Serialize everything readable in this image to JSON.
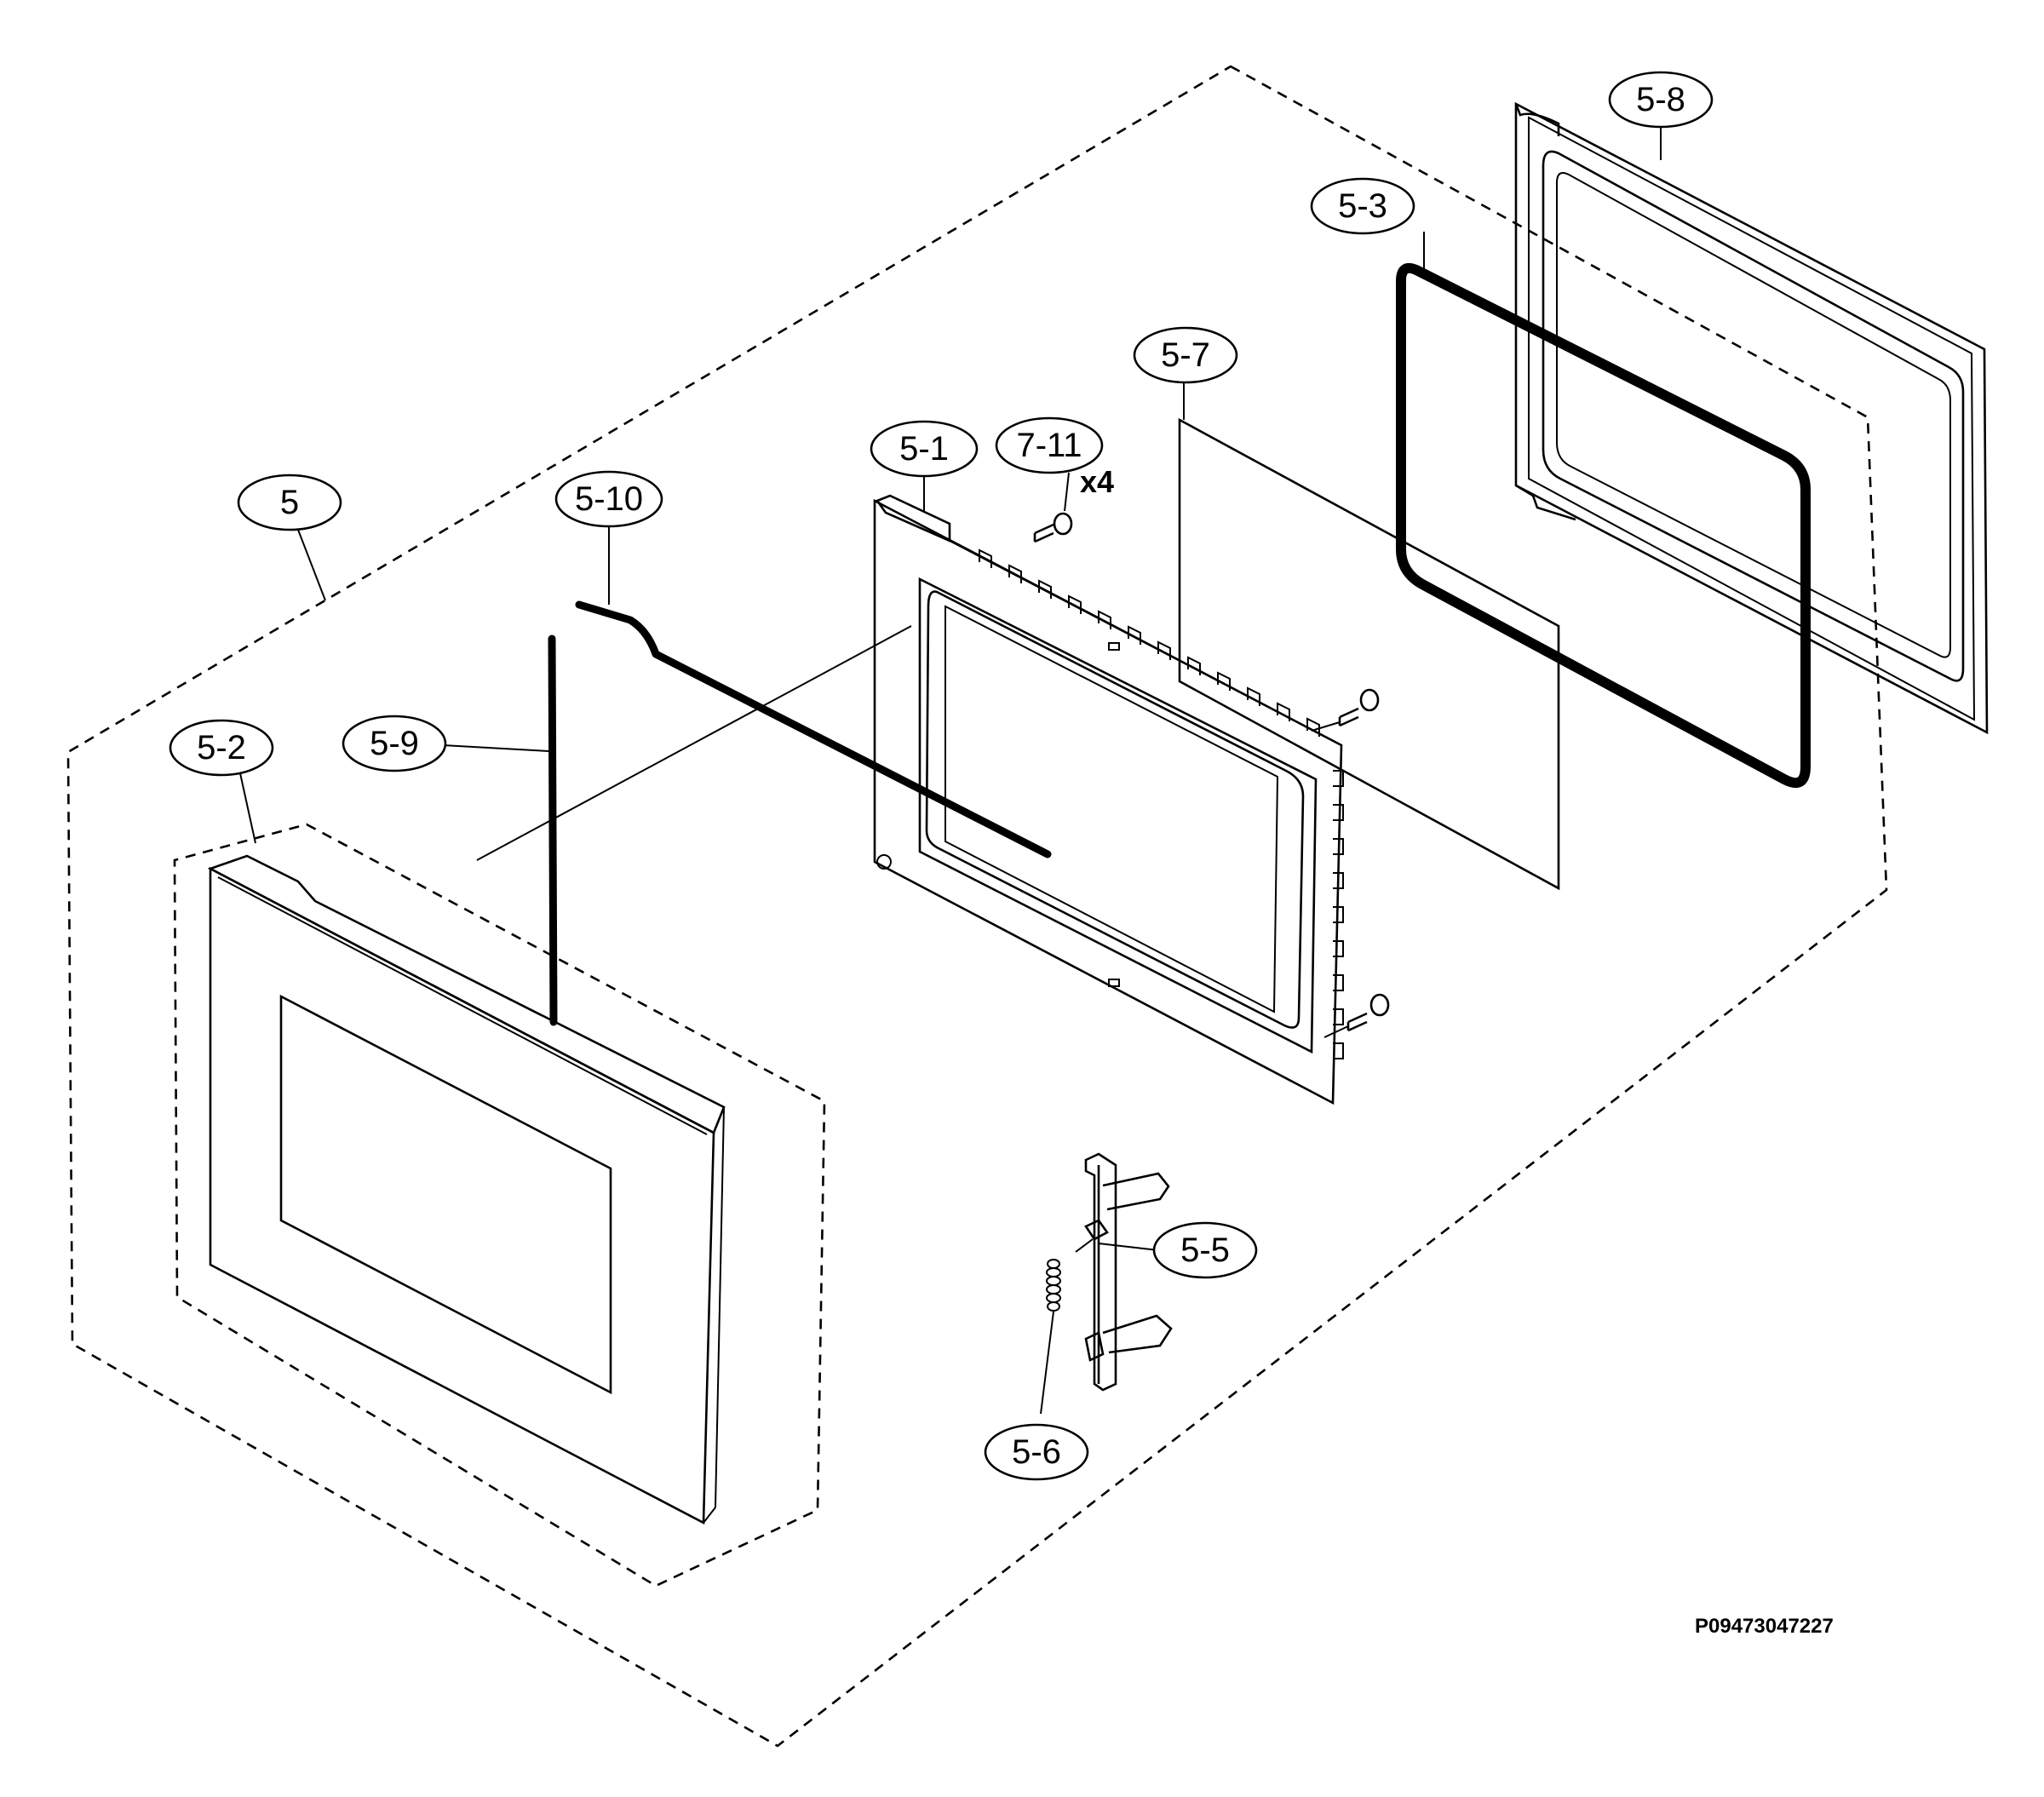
{
  "callouts": {
    "c5": "5",
    "c5_1": "5-1",
    "c5_2": "5-2",
    "c5_3": "5-3",
    "c5_5": "5-5",
    "c5_6": "5-6",
    "c5_7": "5-7",
    "c5_8": "5-8",
    "c5_9": "5-9",
    "c5_10": "5-10",
    "c7_11": "7-11"
  },
  "quantity_note": "x4",
  "drawing_code": "P09473047227"
}
